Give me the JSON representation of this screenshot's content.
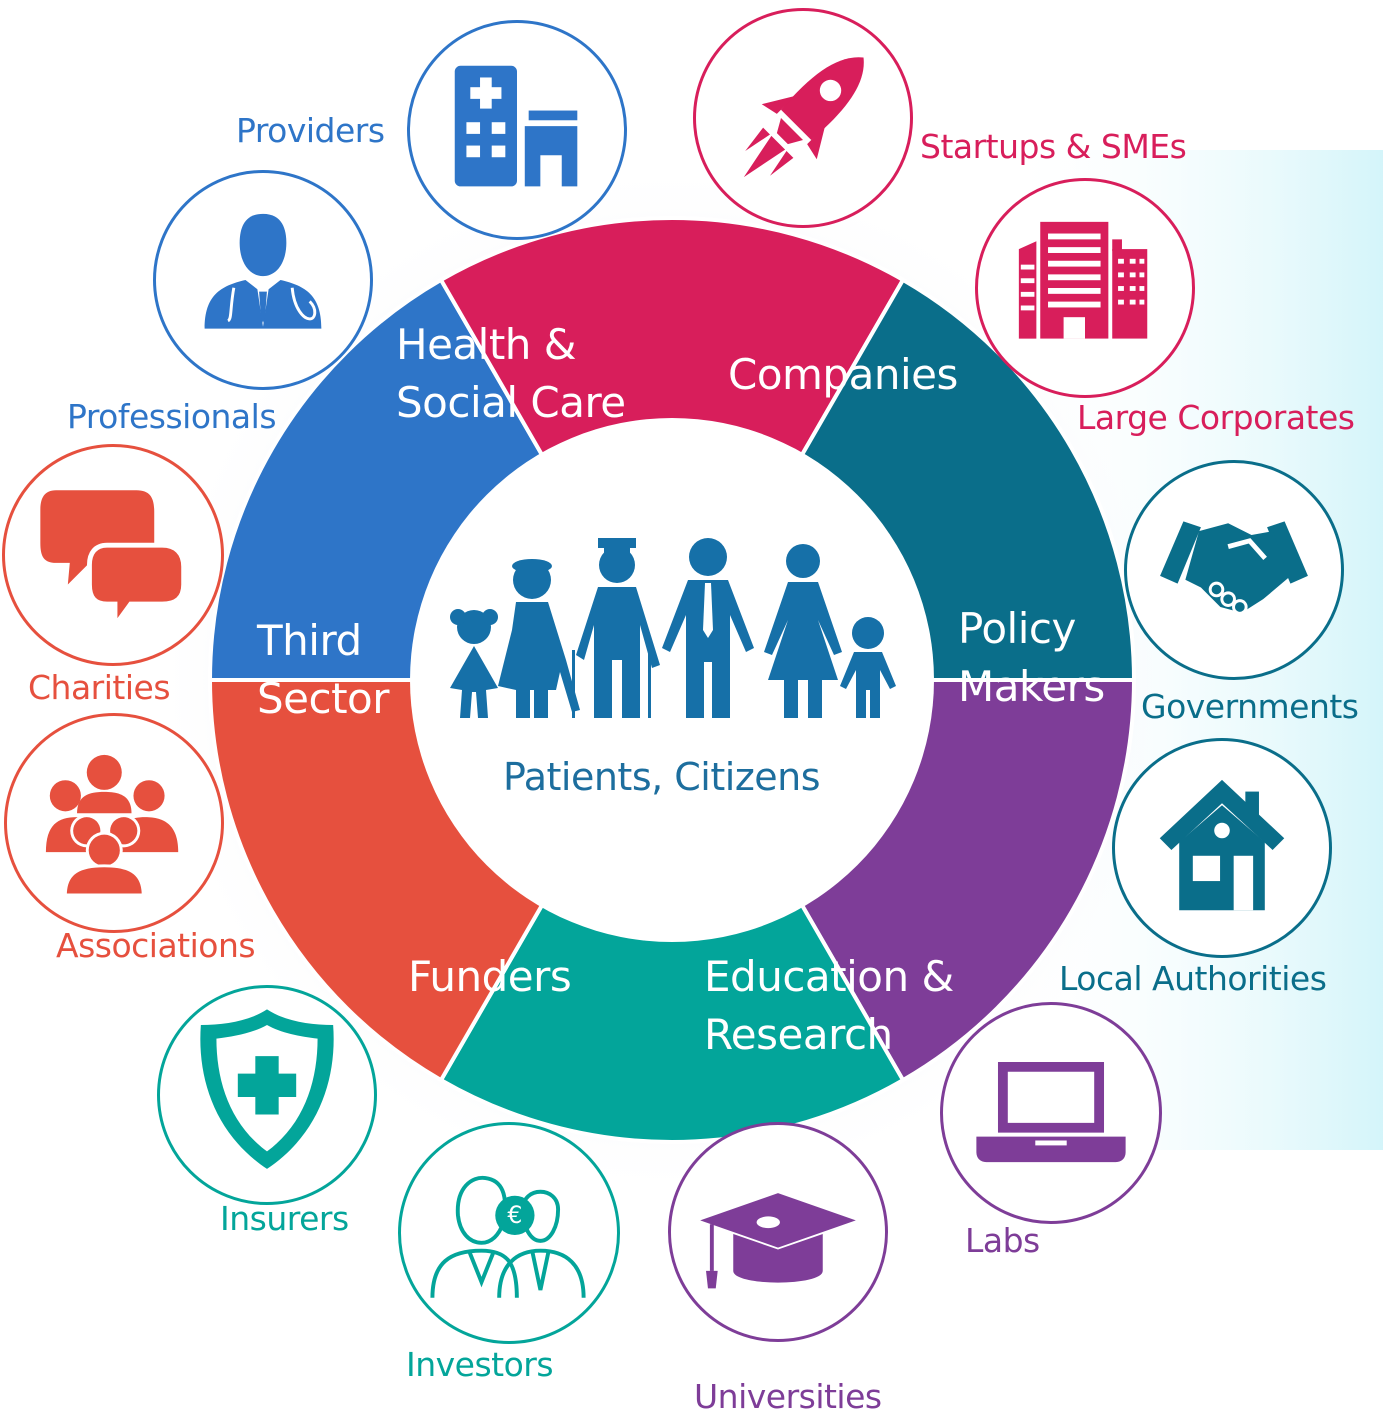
{
  "colors": {
    "health": "#2e75c8",
    "companies": "#d81e5b",
    "policy": "#0a6e8a",
    "education": "#7e3d98",
    "funders": "#03a59a",
    "third": "#e6503e",
    "center_text": "#1d6e9e"
  },
  "center": {
    "label": "Patients, Citizens",
    "icon": "family-icon"
  },
  "segments": [
    {
      "line1": "Health &",
      "line2": "Social Care"
    },
    {
      "line1": "Companies",
      "line2": ""
    },
    {
      "line1": "Policy",
      "line2": "Makers"
    },
    {
      "line1": "Education &",
      "line2": "Research"
    },
    {
      "line1": "Funders",
      "line2": ""
    },
    {
      "line1": "Third",
      "line2": "Sector"
    }
  ],
  "stakeholders": [
    {
      "label": "Providers",
      "icon": "hospital-icon"
    },
    {
      "label": "Startups & SMEs",
      "icon": "rocket-icon"
    },
    {
      "label": "Large Corporates",
      "icon": "office-building-icon"
    },
    {
      "label": "Governments",
      "icon": "handshake-icon"
    },
    {
      "label": "Local Authorities",
      "icon": "house-icon"
    },
    {
      "label": "Labs",
      "icon": "laptop-icon"
    },
    {
      "label": "Universities",
      "icon": "graduation-cap-icon"
    },
    {
      "label": "Investors",
      "icon": "investors-icon"
    },
    {
      "label": "Insurers",
      "icon": "shield-cross-icon"
    },
    {
      "label": "Associations",
      "icon": "group-people-icon"
    },
    {
      "label": "Charities",
      "icon": "speech-bubbles-icon"
    },
    {
      "label": "Professionals",
      "icon": "doctor-icon"
    }
  ]
}
